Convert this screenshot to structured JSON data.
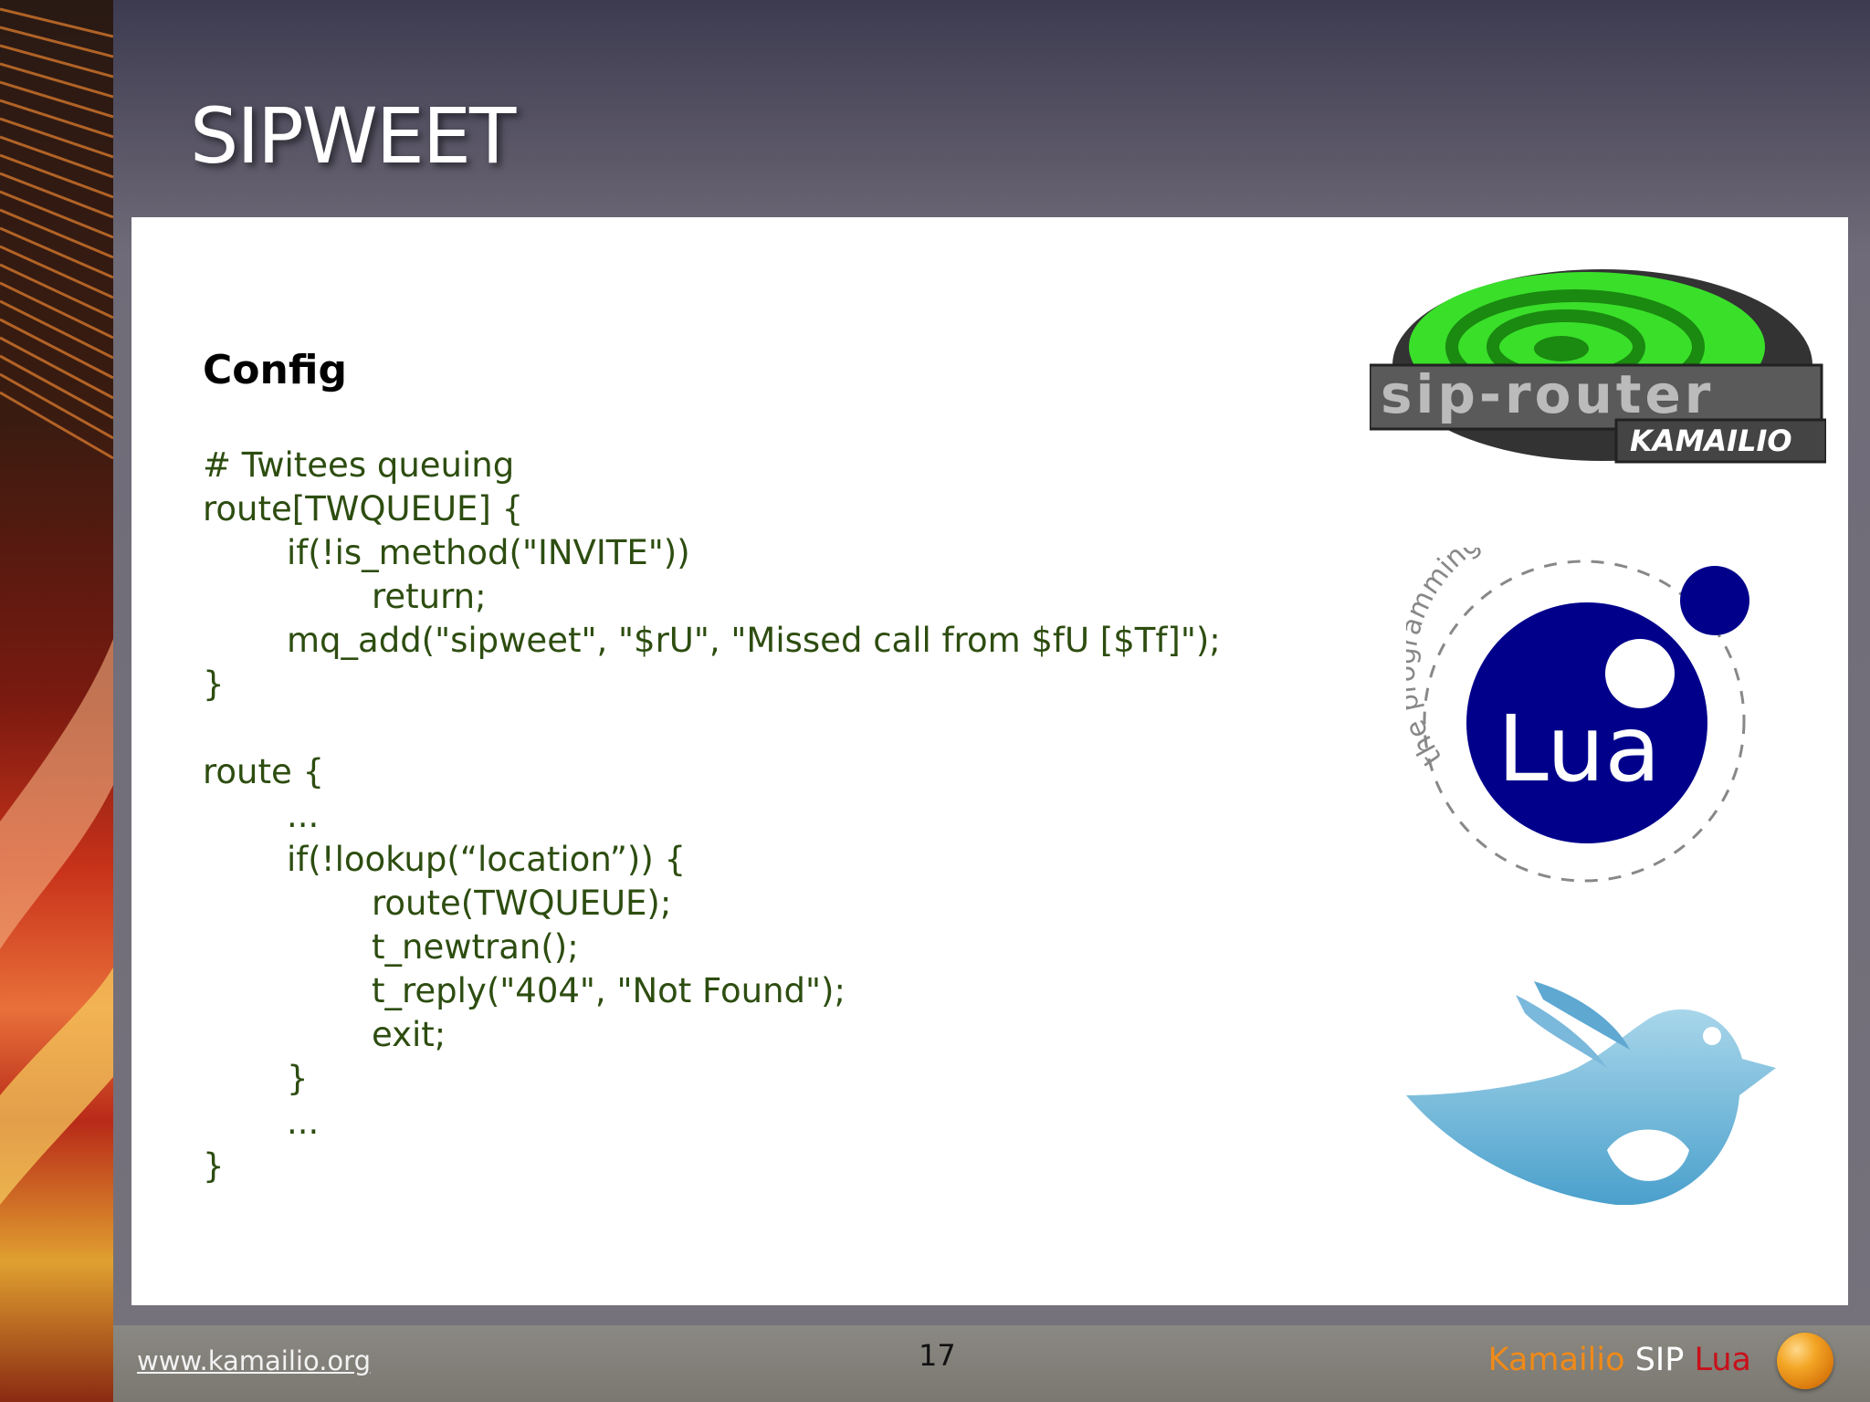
{
  "slide": {
    "title": "SIPWEET",
    "section_heading": "Config",
    "code_lines": [
      "# Twitees queuing",
      "route[TWQUEUE] {",
      "if(!is_method(\"INVITE\"))",
      "return;",
      "mq_add(\"sipweet\", \"$rU\", \"Missed call from $fU [$Tf]\");",
      "}",
      "",
      "route {",
      "...",
      "if(!lookup(“location”)) {",
      "route(TWQUEUE);",
      "t_newtran();",
      "t_reply(\"404\", \"Not Found\");",
      "exit;",
      "}",
      "...",
      "}"
    ]
  },
  "logos": {
    "siprouter": {
      "icon": "sip-router-kamailio-logo",
      "text_top": "sip-router",
      "text_bottom": "KAMAILIO"
    },
    "lua": {
      "icon": "lua-logo",
      "arc_text": "the programming language",
      "label": "Lua"
    },
    "twitter": {
      "icon": "twitter-bird-logo"
    }
  },
  "footer": {
    "url": "www.kamailio.org",
    "page_number": "17",
    "brand_kamailio": "Kamailio",
    "brand_sip": "SIP",
    "brand_lua": "Lua"
  },
  "colors": {
    "code_text": "#2d4d10",
    "brand_kamailio": "#f08a18",
    "brand_lua": "#c8101a",
    "lua_blue": "#00008b",
    "siprouter_green": "#3adf2a"
  }
}
